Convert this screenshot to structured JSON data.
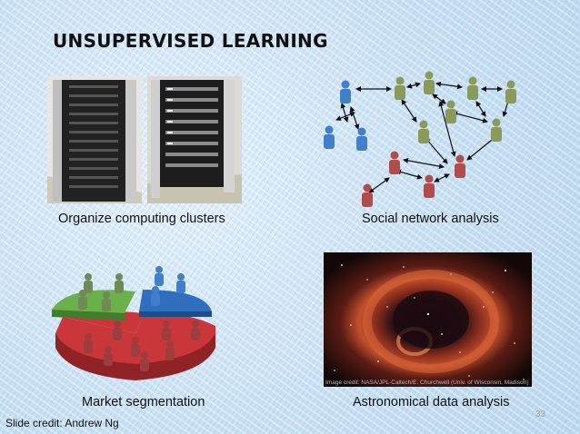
{
  "slide": {
    "title": "UNSUPERVISED LEARNING",
    "page_number": "33",
    "credit": "Slide credit: Andrew Ng"
  },
  "panels": {
    "clusters": {
      "caption": "Organize computing clusters",
      "image": "server-racks-photo"
    },
    "social": {
      "caption": "Social network analysis",
      "image": "social-network-graph"
    },
    "market": {
      "caption": "Market segmentation",
      "image": "segmented-pie-chart"
    },
    "astro": {
      "caption": "Astronomical data analysis",
      "image": "nebula-photo",
      "image_credit": "Image credit: NASA/JPL-Caltech/E. Churchwell (Univ. of Wisconsin, Madison)"
    }
  },
  "colors": {
    "background": "#cfe4f4",
    "person_blue": "#3f7fcc",
    "person_olive": "#8a9a5b",
    "person_red": "#b14c4c",
    "slice_red": "#c9373a",
    "slice_green": "#6bb04a",
    "slice_blue": "#2f6fbe"
  }
}
